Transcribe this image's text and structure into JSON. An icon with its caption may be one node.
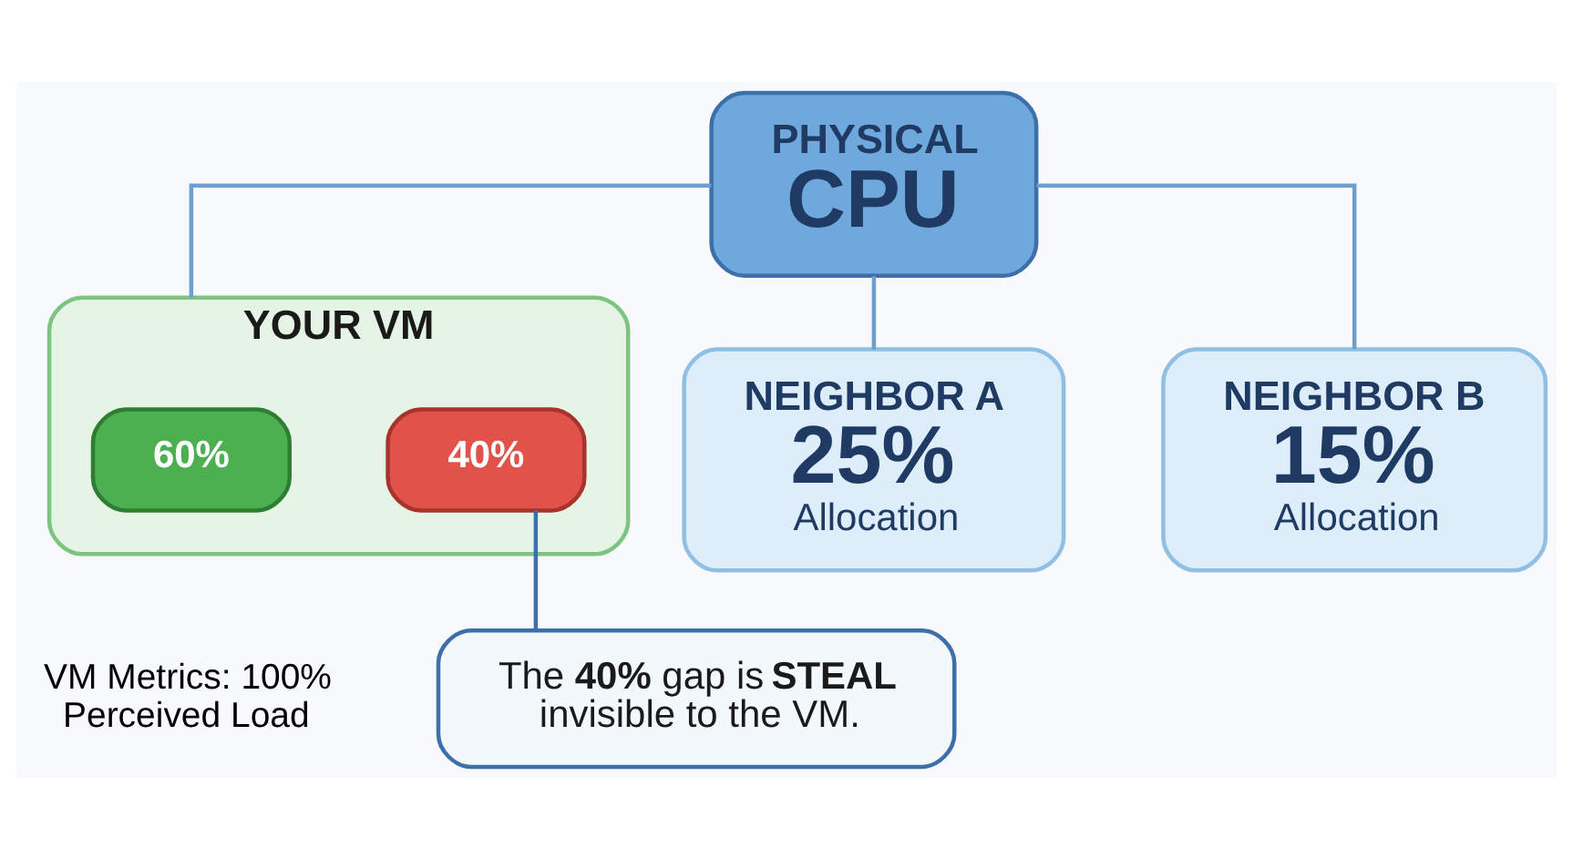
{
  "diagram": {
    "nodes": [
      {
        "text": [
          "PHYSICAL",
          "CPU"
        ]
      },
      {
        "text": [
          "YOUR VM"
        ],
        "beside": [
          "VM Metrics: 100% Perceived Load"
        ]
      },
      {
        "text": [
          "60%"
        ],
        "in": 1
      },
      {
        "text": [
          "40%"
        ],
        "in": 1
      },
      {
        "text": [
          "NEIGHBOR A",
          "25%",
          "Allocation"
        ]
      },
      {
        "text": [
          "NEIGHBOR B",
          "15%",
          "Allocation"
        ]
      },
      {
        "text": [
          "The **40%** gap is **STEAL** invisible to the VM."
        ]
      }
    ],
    "edges": [
      {
        "from": 0,
        "to": 1,
        "arrow": "none"
      },
      {
        "from": 0,
        "to": 4,
        "arrow": "none"
      },
      {
        "from": 0,
        "to": 5,
        "arrow": "none"
      },
      {
        "from": 6,
        "to": 3,
        "arrow": "none"
      }
    ]
  }
}
